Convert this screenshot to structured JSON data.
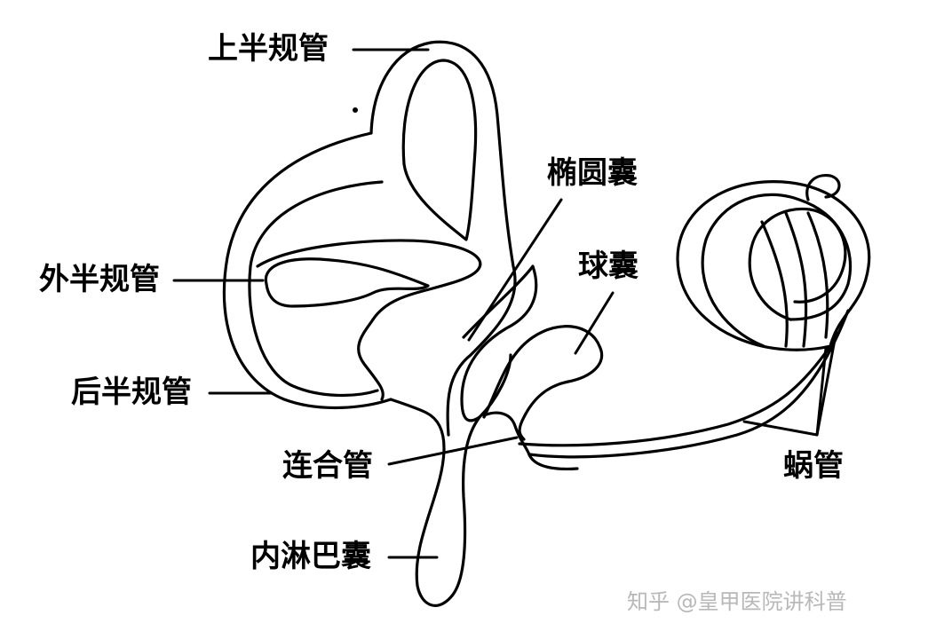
{
  "labels": {
    "superior_canal": "上半规管",
    "utricle": "椭圆囊",
    "saccule": "球囊",
    "lateral_canal": "外半规管",
    "posterior_canal": "后半规管",
    "ductus_reuniens": "连合管",
    "cochlear_duct": "蜗管",
    "endolymphatic_sac": "内淋巴囊"
  },
  "watermark": "知乎 @皇甲医院讲科普",
  "colors": {
    "ink": "#000000",
    "watermark": "#b8b8b8",
    "background": "#ffffff"
  }
}
